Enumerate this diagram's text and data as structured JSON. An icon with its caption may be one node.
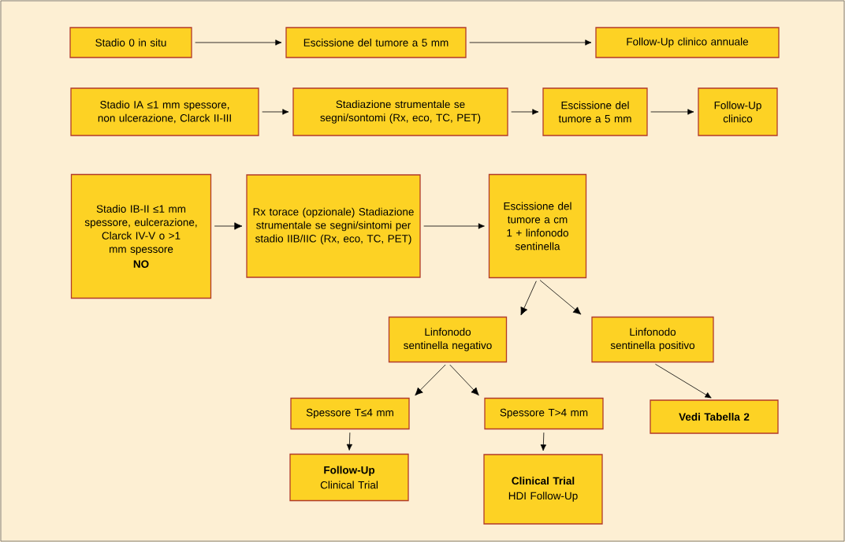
{
  "diagram": {
    "nodes": [
      {
        "text": [
          "Stadio 0 in situ"
        ]
      },
      {
        "text": [
          "Escissione del tumore a 5 mm"
        ]
      },
      {
        "text": [
          "Follow-Up clinico annuale"
        ]
      },
      {
        "text": [
          "Stadio IA ≤1 mm spessore, non ulcerazione, Clarck II-III"
        ]
      },
      {
        "text": [
          "Stadiazione strumentale se segni/sontomi (Rx, eco, TC, PET)"
        ]
      },
      {
        "text": [
          "Escissione del tumore a 5 mm"
        ]
      },
      {
        "text": [
          "Follow-Up clinico"
        ]
      },
      {
        "text": [
          "Stadio IB-II ≤1 mm spessore, eulcerazione, Clarck IV-V o >1 mm spessore",
          "NO"
        ]
      },
      {
        "text": [
          "Rx torace (opzionale) Stadiazione strumentale se segni/sintomi per stadio IIB/IIC (Rx, eco, TC, PET)"
        ]
      },
      {
        "text": [
          "Escissione del tumore a cm 1 + linfonodo sentinella"
        ]
      },
      {
        "text": [
          "Linfonodo sentinella negativo"
        ]
      },
      {
        "text": [
          "Linfonodo sentinella positivo"
        ]
      },
      {
        "text": [
          "Spessore T≤4 mm"
        ]
      },
      {
        "text": [
          "Spessore T>4 mm"
        ]
      },
      {
        "text": [
          "Vedi Tabella 2"
        ]
      },
      {
        "text": [
          "Follow-Up",
          "Clinical Trial"
        ]
      },
      {
        "text": [
          "Clinical Trial",
          "HDI Follow-Up"
        ]
      }
    ],
    "edges": [
      {
        "from": 0,
        "to": 1,
        "arrow": "to"
      },
      {
        "from": 1,
        "to": 2,
        "arrow": "to"
      },
      {
        "from": 3,
        "to": 4,
        "arrow": "to"
      },
      {
        "from": 4,
        "to": 5,
        "arrow": "to"
      },
      {
        "from": 5,
        "to": 6,
        "arrow": "to"
      },
      {
        "from": 7,
        "to": 8,
        "arrow": "to"
      },
      {
        "from": 8,
        "to": 9,
        "arrow": "to"
      },
      {
        "from": 9,
        "to": 10,
        "arrow": "to"
      },
      {
        "from": 9,
        "to": 11,
        "arrow": "to"
      },
      {
        "from": 10,
        "to": 12,
        "arrow": "to"
      },
      {
        "from": 10,
        "to": 13,
        "arrow": "to"
      },
      {
        "from": 11,
        "to": 14,
        "arrow": "to"
      },
      {
        "from": 12,
        "to": 15,
        "arrow": "to"
      },
      {
        "from": 13,
        "to": 16,
        "arrow": "to"
      }
    ]
  }
}
